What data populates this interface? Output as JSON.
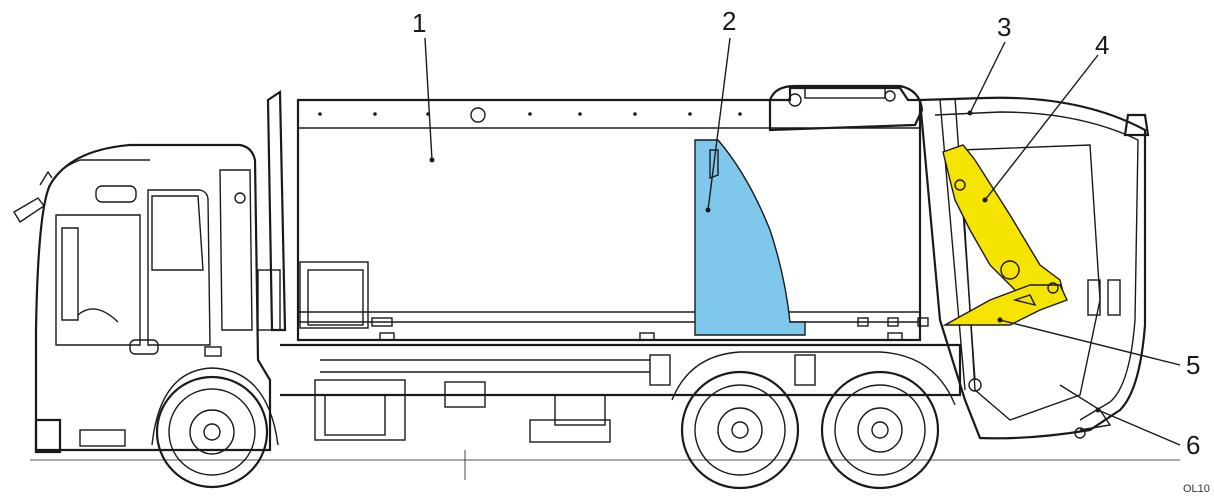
{
  "callouts": [
    {
      "id": "1",
      "label": "1"
    },
    {
      "id": "2",
      "label": "2"
    },
    {
      "id": "3",
      "label": "3"
    },
    {
      "id": "4",
      "label": "4"
    },
    {
      "id": "5",
      "label": "5"
    },
    {
      "id": "6",
      "label": "6"
    }
  ],
  "figure_code": "OL10",
  "colors": {
    "line": "#1a1a1a",
    "ejector_plate": "#7fc8ec",
    "packer_mechanism": "#f5e400",
    "background": "#ffffff"
  }
}
